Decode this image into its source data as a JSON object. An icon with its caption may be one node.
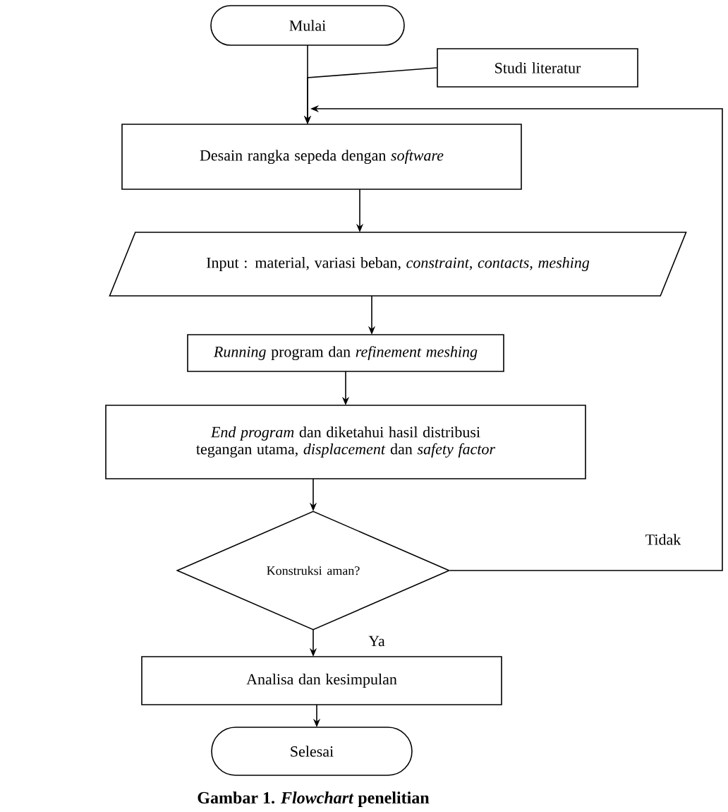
{
  "diagram": {
    "caption": "Gambar 1. *Flowchart* penelitian",
    "nodes": [
      {
        "text": [
          "Mulai"
        ]
      },
      {
        "text": [
          "Studi literatur"
        ]
      },
      {
        "text": [
          "Desain rangka sepeda dengan *software*"
        ]
      },
      {
        "text": [
          "Input : material, variasi beban, *constraint, contacts, meshing*"
        ]
      },
      {
        "text": [
          "*Running* program dan *refinement meshing*"
        ]
      },
      {
        "text": [
          "*End program* dan diketahui hasil distribusi tegangan utama, *displacement* dan *safety factor*"
        ]
      },
      {
        "text": [
          "Konstruksi aman?"
        ]
      },
      {
        "text": [
          "Analisa dan kesimpulan"
        ]
      },
      {
        "text": [
          "Selesai"
        ]
      }
    ],
    "edges": [
      {
        "from": 0,
        "to": 2,
        "arrow": "to"
      },
      {
        "from": 1,
        "to": 2,
        "arrow": "to"
      },
      {
        "from": 2,
        "to": 3,
        "arrow": "to"
      },
      {
        "from": 3,
        "to": 4,
        "arrow": "to"
      },
      {
        "from": 4,
        "to": 5,
        "arrow": "to"
      },
      {
        "from": 5,
        "to": 6,
        "arrow": "to"
      },
      {
        "from": 6,
        "to": 2,
        "arrow": "to",
        "label": "Tidak"
      },
      {
        "from": 6,
        "to": 7,
        "arrow": "to",
        "label": "Ya"
      },
      {
        "from": 7,
        "to": 8,
        "arrow": "to"
      }
    ]
  }
}
